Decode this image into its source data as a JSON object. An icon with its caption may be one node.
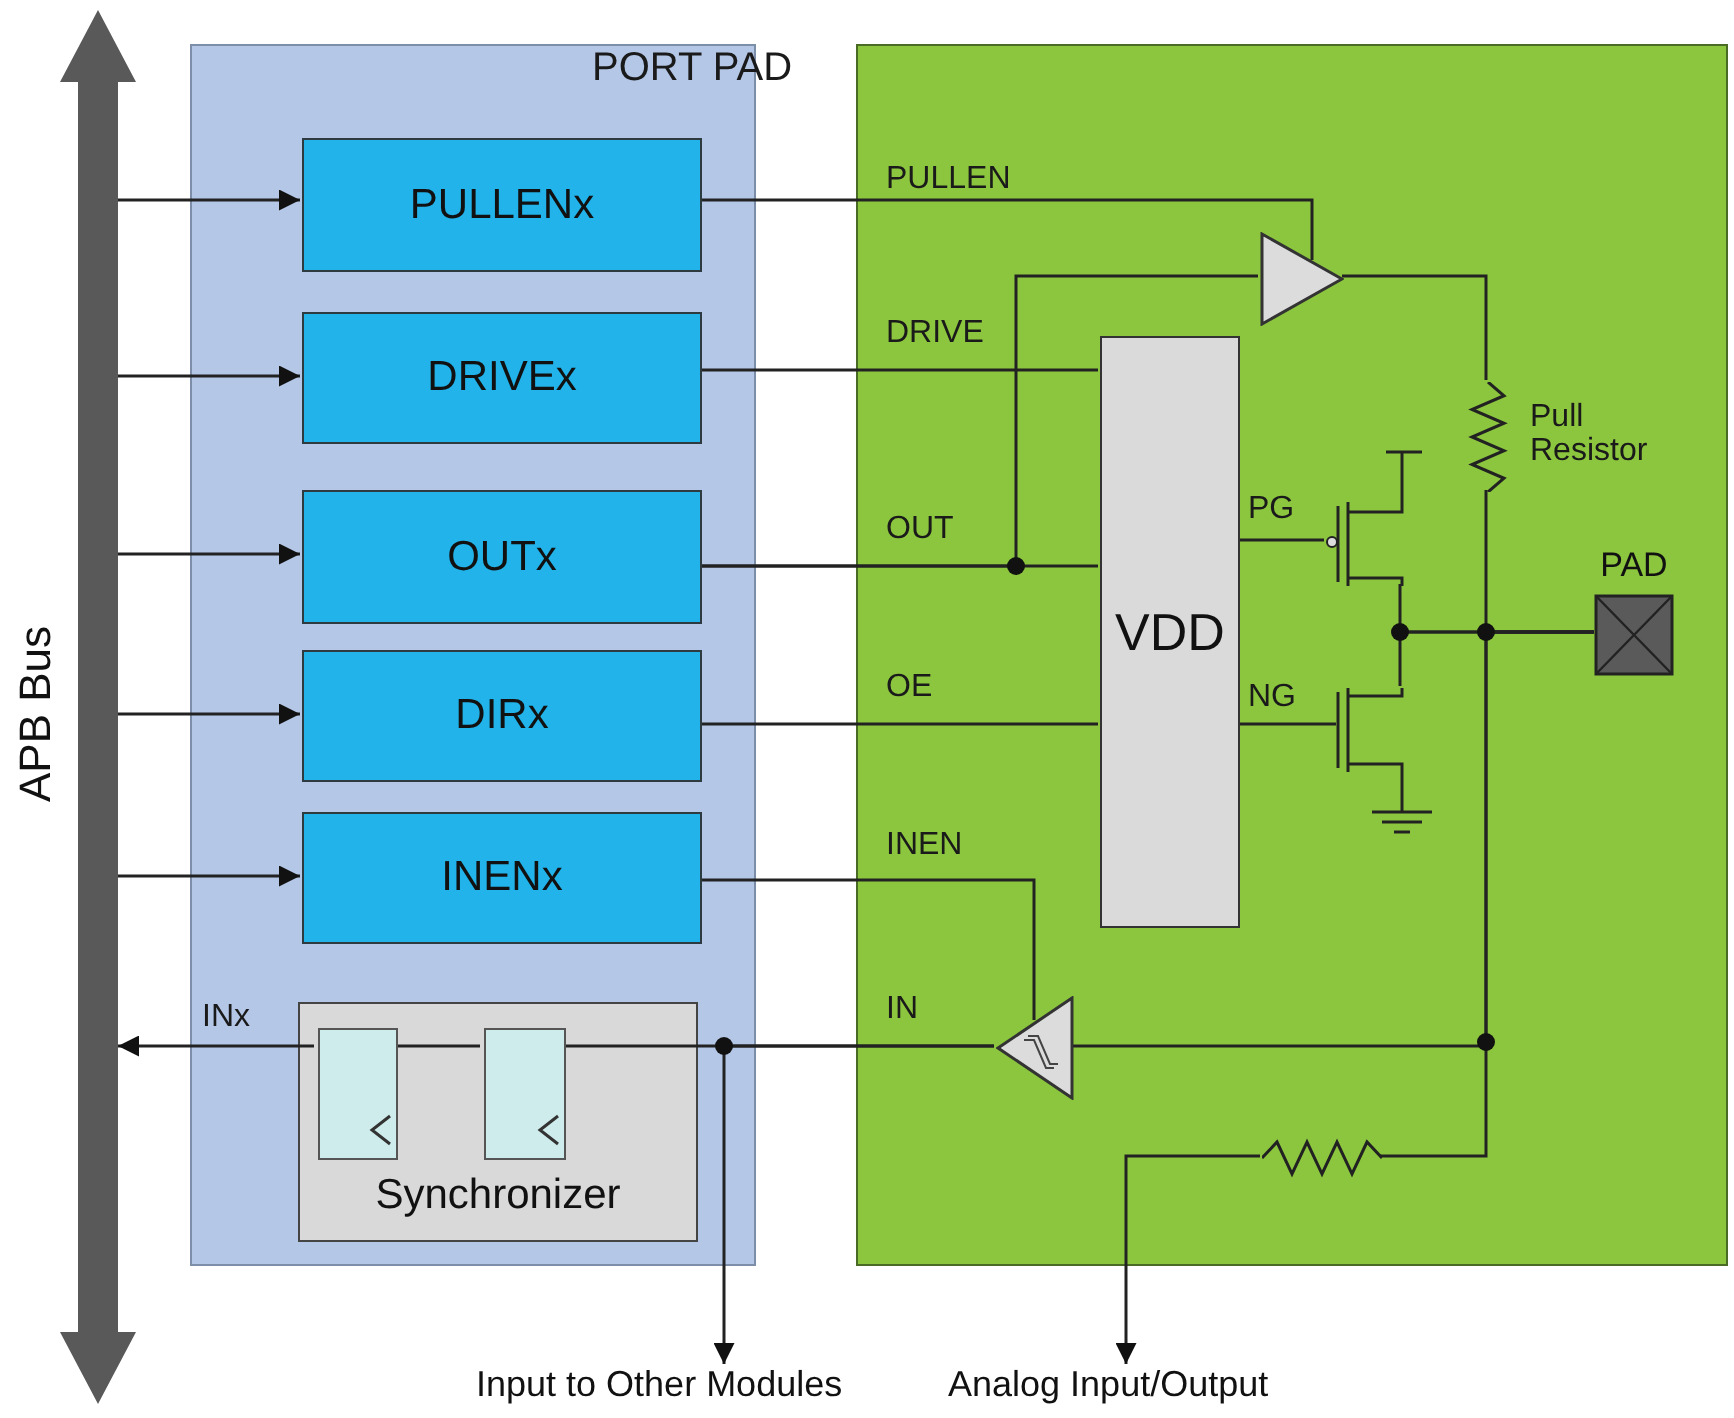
{
  "diagram": {
    "nodes": [
      {
        "text": [
          "APB Bus"
        ]
      },
      {
        "text": [],
        "shape": "box"
      },
      {
        "text": [
          "PULLENx"
        ],
        "in": 1
      },
      {
        "text": [
          "DRIVEx"
        ],
        "in": 1
      },
      {
        "text": [
          "OUTx"
        ],
        "in": 1
      },
      {
        "text": [
          "DIRx"
        ],
        "in": 1
      },
      {
        "text": [
          "INENx"
        ],
        "in": 1
      },
      {
        "text": [
          "Synchronizer"
        ],
        "in": 1
      },
      {
        "text": [],
        "shape": "box",
        "in": 7
      },
      {
        "text": [],
        "shape": "box",
        "in": 7
      },
      {
        "text": [],
        "shape": "box"
      },
      {
        "text": [
          "VDD"
        ],
        "in": 10
      },
      {
        "text": [],
        "shape": "triangle",
        "in": 10
      },
      {
        "text": [],
        "shape": "triangle",
        "in": 10
      },
      {
        "text": [],
        "shape": "resistor",
        "beside": [
          "Pull Resistor"
        ],
        "in": 10
      },
      {
        "text": [],
        "shape": "transistor",
        "in": 10
      },
      {
        "text": [],
        "shape": "transistor",
        "in": 10
      },
      {
        "text": [
          "PAD"
        ],
        "in": 10
      },
      {
        "text": [],
        "shape": "resistor",
        "in": 10
      },
      {
        "text": [
          "Input to Other Modules"
        ]
      },
      {
        "text": [
          "Analog Input/Output"
        ]
      }
    ],
    "edges": [
      {
        "from": 0,
        "to": 2,
        "arrow": "to"
      },
      {
        "from": 0,
        "to": 3,
        "arrow": "to"
      },
      {
        "from": 0,
        "to": 4,
        "arrow": "to"
      },
      {
        "from": 0,
        "to": 5,
        "arrow": "to"
      },
      {
        "from": 0,
        "to": 6,
        "arrow": "to"
      },
      {
        "from": 8,
        "to": 0,
        "arrow": "to",
        "label": "INx"
      },
      {
        "from": 2,
        "to": 12,
        "arrow": "none",
        "label": "PULLEN"
      },
      {
        "from": 3,
        "to": 11,
        "arrow": "none",
        "label": "DRIVE"
      },
      {
        "from": 4,
        "to": 11,
        "arrow": "none",
        "label": "OUT"
      },
      {
        "from": 4,
        "to": 12,
        "arrow": "none"
      },
      {
        "from": 5,
        "to": 11,
        "arrow": "none",
        "label": "OE"
      },
      {
        "from": 6,
        "to": 13,
        "arrow": "none",
        "label": "INEN"
      },
      {
        "from": 13,
        "to": 9,
        "arrow": "none",
        "label": "IN"
      },
      {
        "from": 13,
        "to": 19,
        "arrow": "to"
      },
      {
        "from": 9,
        "to": 8,
        "arrow": "none"
      },
      {
        "from": 11,
        "to": 15,
        "arrow": "none",
        "label": "PG"
      },
      {
        "from": 11,
        "to": 16,
        "arrow": "none",
        "label": "NG"
      },
      {
        "from": 12,
        "to": 14,
        "arrow": "none"
      },
      {
        "from": 14,
        "to": 17,
        "arrow": "none"
      },
      {
        "from": 15,
        "to": 17,
        "arrow": "none"
      },
      {
        "from": 16,
        "to": 17,
        "arrow": "none"
      },
      {
        "from": 17,
        "to": 13,
        "arrow": "none"
      },
      {
        "from": 17,
        "to": 18,
        "arrow": "none"
      },
      {
        "from": 18,
        "to": 20,
        "arrow": "to"
      }
    ],
    "labels": [
      "PORT PAD"
    ]
  }
}
